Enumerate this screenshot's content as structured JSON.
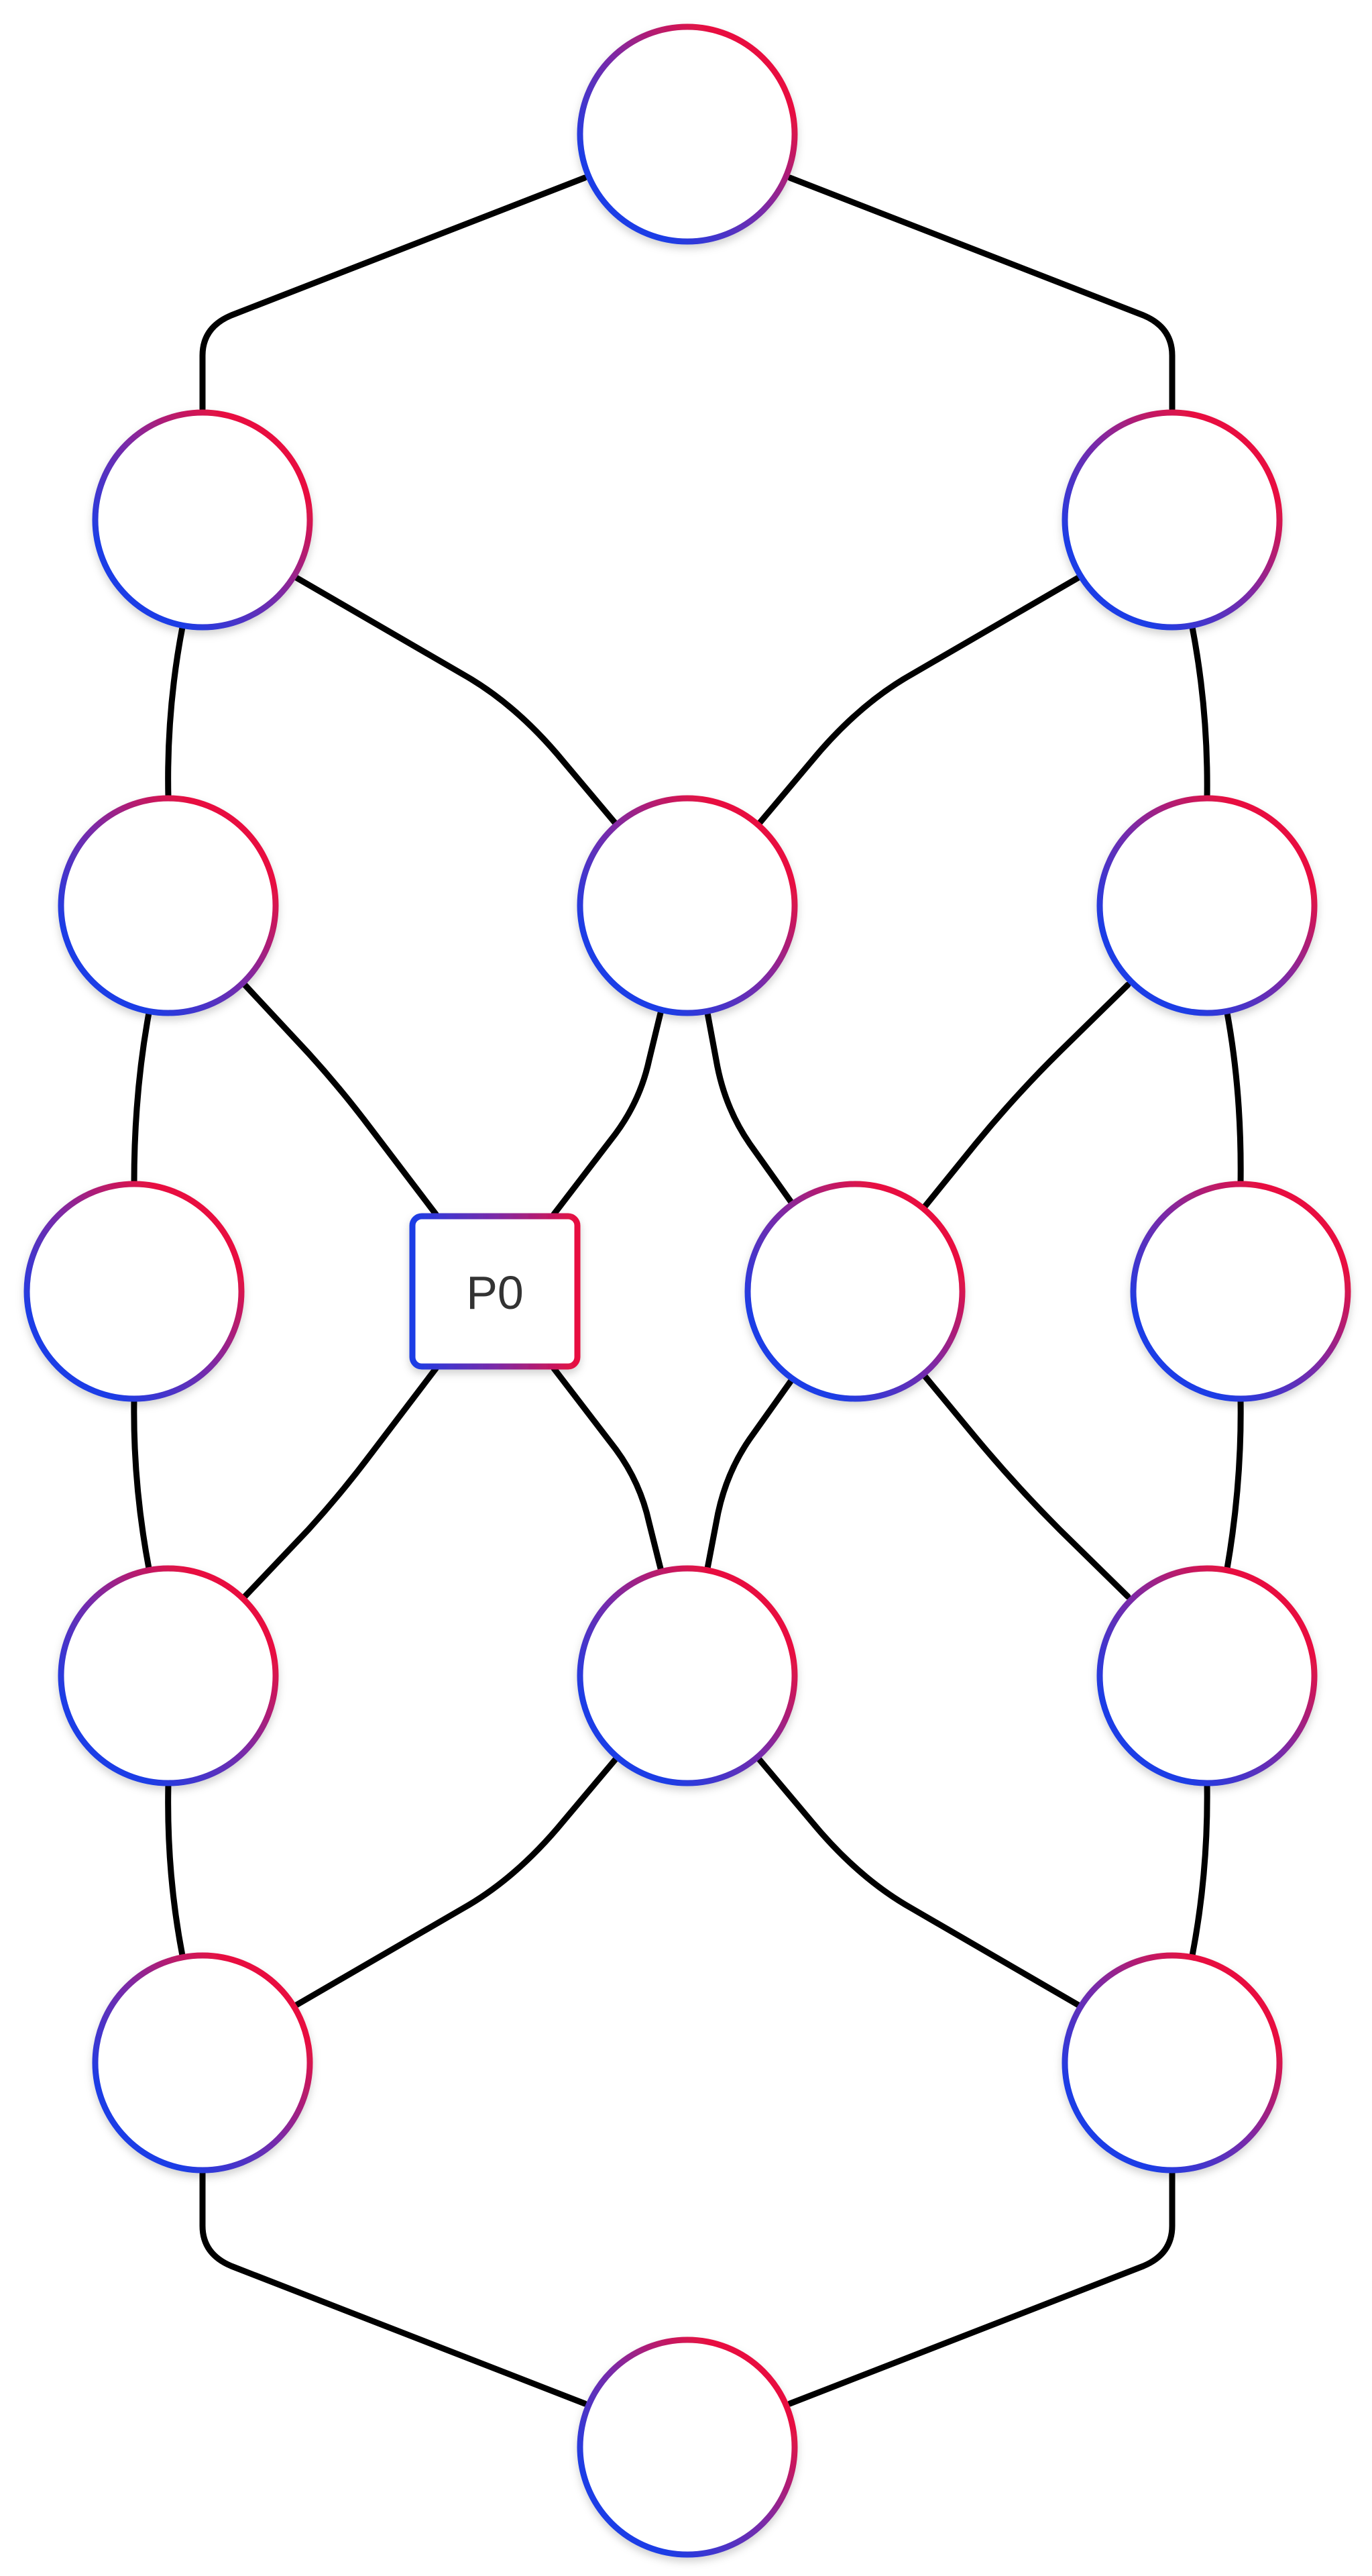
{
  "diagram": {
    "type": "graph",
    "style": {
      "edge_color": "#000000",
      "node_fill": "#ffffff",
      "gradient_start": "#1b3de6",
      "gradient_end": "#e8103f",
      "label_color": "#333333"
    },
    "nodes": [
      {
        "id": "n-top",
        "shape": "circle",
        "label": ""
      },
      {
        "id": "n-r1-left",
        "shape": "circle",
        "label": ""
      },
      {
        "id": "n-r1-right",
        "shape": "circle",
        "label": ""
      },
      {
        "id": "n-r2-left",
        "shape": "circle",
        "label": ""
      },
      {
        "id": "n-r2-center",
        "shape": "circle",
        "label": ""
      },
      {
        "id": "n-r2-right",
        "shape": "circle",
        "label": ""
      },
      {
        "id": "n-r3-left",
        "shape": "circle",
        "label": ""
      },
      {
        "id": "p0",
        "shape": "square",
        "label": "P0"
      },
      {
        "id": "n-r3-center-right",
        "shape": "circle",
        "label": ""
      },
      {
        "id": "n-r3-right",
        "shape": "circle",
        "label": ""
      },
      {
        "id": "n-r4-left",
        "shape": "circle",
        "label": ""
      },
      {
        "id": "n-r4-center",
        "shape": "circle",
        "label": ""
      },
      {
        "id": "n-r4-right",
        "shape": "circle",
        "label": ""
      },
      {
        "id": "n-r5-left",
        "shape": "circle",
        "label": ""
      },
      {
        "id": "n-r5-right",
        "shape": "circle",
        "label": ""
      },
      {
        "id": "n-bottom",
        "shape": "circle",
        "label": ""
      }
    ],
    "edges": [
      {
        "from": "n-top",
        "to": "n-r1-left"
      },
      {
        "from": "n-top",
        "to": "n-r1-right"
      },
      {
        "from": "n-r1-left",
        "to": "n-r2-left"
      },
      {
        "from": "n-r1-left",
        "to": "n-r2-center"
      },
      {
        "from": "n-r1-right",
        "to": "n-r2-center"
      },
      {
        "from": "n-r1-right",
        "to": "n-r2-right"
      },
      {
        "from": "n-r2-left",
        "to": "n-r3-left"
      },
      {
        "from": "n-r2-left",
        "to": "p0"
      },
      {
        "from": "n-r2-center",
        "to": "p0"
      },
      {
        "from": "n-r2-center",
        "to": "n-r3-center-right"
      },
      {
        "from": "n-r2-right",
        "to": "n-r3-center-right"
      },
      {
        "from": "n-r2-right",
        "to": "n-r3-right"
      },
      {
        "from": "n-r3-left",
        "to": "n-r4-left"
      },
      {
        "from": "p0",
        "to": "n-r4-left"
      },
      {
        "from": "p0",
        "to": "n-r4-center"
      },
      {
        "from": "n-r3-center-right",
        "to": "n-r4-center"
      },
      {
        "from": "n-r3-center-right",
        "to": "n-r4-right"
      },
      {
        "from": "n-r3-right",
        "to": "n-r4-right"
      },
      {
        "from": "n-r4-left",
        "to": "n-r5-left"
      },
      {
        "from": "n-r4-center",
        "to": "n-r5-left"
      },
      {
        "from": "n-r4-center",
        "to": "n-r5-right"
      },
      {
        "from": "n-r4-right",
        "to": "n-r5-right"
      },
      {
        "from": "n-r5-left",
        "to": "n-bottom"
      },
      {
        "from": "n-r5-right",
        "to": "n-bottom"
      }
    ]
  }
}
